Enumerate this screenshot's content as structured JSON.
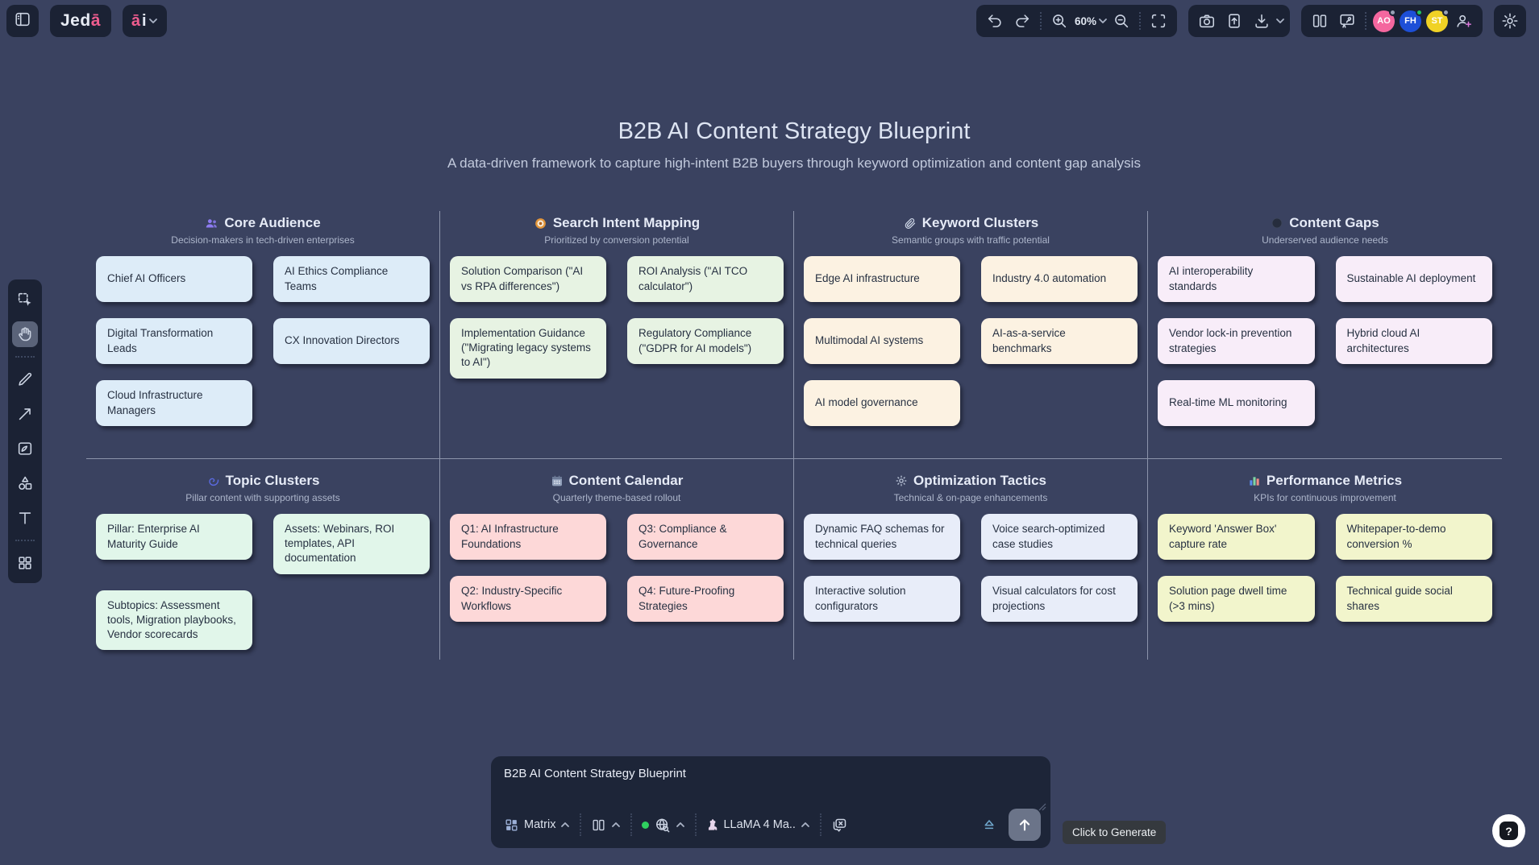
{
  "app": {
    "logo": {
      "prefix": "Jed",
      "suffix": "ā"
    },
    "ai_badge": {
      "a": "ā",
      "i": "i"
    },
    "zoom_level": "60%",
    "top_bar_icons_left": [
      "sidebar-toggle-icon"
    ],
    "top_bar_icons_right": [
      "undo-icon",
      "redo-icon",
      "zoom-in-icon",
      "zoom-out-icon",
      "fit-screen-icon",
      "camera-icon",
      "export-file-icon",
      "download-icon",
      "split-view-icon",
      "present-icon",
      "add-collaborator-icon",
      "settings-gear-icon"
    ],
    "avatars": [
      {
        "initials": "AO",
        "color": "#f4679f",
        "status_color": "#98a1b3"
      },
      {
        "initials": "FH",
        "color": "#1d4fd7",
        "status_color": "#21c45d"
      },
      {
        "initials": "ST",
        "color": "#f0d225",
        "status_color": "#98a1b3"
      }
    ],
    "tool_rail": [
      "select-tool-icon",
      "hand-tool-icon",
      "pen-tool-icon",
      "arrow-tool-icon",
      "image-tool-icon",
      "shapes-tool-icon",
      "text-tool-icon",
      "templates-tool-icon"
    ],
    "active_tool": "hand-tool"
  },
  "canvas": {
    "title": "B2B AI Content Strategy Blueprint",
    "subtitle": "A data-driven framework to capture high-intent B2B buyers through keyword optimization and content gap analysis",
    "sections": [
      {
        "id": "core-audience",
        "icon": "users-icon",
        "title": "Core Audience",
        "subtitle": "Decision-makers in tech-driven enterprises",
        "card_bg": "#ddecf8",
        "cards": [
          "Chief AI Officers",
          "AI Ethics Compliance Teams",
          "Digital Transformation Leads",
          "CX Innovation Directors",
          "Cloud Infrastructure Managers"
        ]
      },
      {
        "id": "search-intent-mapping",
        "icon": "target-icon",
        "title": "Search Intent Mapping",
        "subtitle": "Prioritized by conversion potential",
        "card_bg": "#e7f3e3",
        "cards": [
          "Solution Comparison (\"AI vs RPA differences\")",
          "ROI Analysis (\"AI TCO calculator\")",
          "Implementation Guidance (\"Migrating legacy systems to AI\")",
          "Regulatory Compliance (\"GDPR for AI models\")"
        ]
      },
      {
        "id": "keyword-clusters",
        "icon": "paperclip-icon",
        "title": "Keyword Clusters",
        "subtitle": "Semantic groups with traffic potential",
        "card_bg": "#fcf2e2",
        "cards": [
          "Edge AI infrastructure",
          "Industry 4.0 automation",
          "Multimodal AI systems",
          "AI-as-a-service benchmarks",
          "AI model governance"
        ]
      },
      {
        "id": "content-gaps",
        "icon": "moon-icon",
        "title": "Content Gaps",
        "subtitle": "Underserved audience needs",
        "card_bg": "#f8edf9",
        "cards": [
          "AI interoperability standards",
          "Sustainable AI deployment",
          "Vendor lock-in prevention strategies",
          "Hybrid cloud AI architectures",
          "Real-time ML monitoring"
        ]
      },
      {
        "id": "topic-clusters",
        "icon": "spiral-icon",
        "title": "Topic Clusters",
        "subtitle": "Pillar content with supporting assets",
        "card_bg": "#e1f6ea",
        "cards": [
          "Pillar: Enterprise AI Maturity Guide",
          "Assets: Webinars, ROI templates, API documentation",
          "Subtopics: Assessment tools, Migration playbooks, Vendor scorecards"
        ]
      },
      {
        "id": "content-calendar",
        "icon": "calendar-icon",
        "title": "Content Calendar",
        "subtitle": "Quarterly theme-based rollout",
        "card_bg": "#fdd8d8",
        "cards": [
          "Q1: AI Infrastructure Foundations",
          "Q3: Compliance & Governance",
          "Q2: Industry-Specific Workflows",
          "Q4: Future-Proofing Strategies"
        ]
      },
      {
        "id": "optimization-tactics",
        "icon": "gear-icon",
        "title": "Optimization Tactics",
        "subtitle": "Technical & on-page enhancements",
        "card_bg": "#e8edf9",
        "cards": [
          "Dynamic FAQ schemas for technical queries",
          "Voice search-optimized case studies",
          "Interactive solution configurators",
          "Visual calculators for cost projections"
        ]
      },
      {
        "id": "performance-metrics",
        "icon": "bar-chart-icon",
        "title": "Performance Metrics",
        "subtitle": "KPIs for continuous improvement",
        "card_bg": "#f2f5cc",
        "cards": [
          "Keyword 'Answer Box' capture rate",
          "Whitepaper-to-demo conversion %",
          "Solution page dwell time (>3 mins)",
          "Technical guide social shares"
        ]
      }
    ]
  },
  "composer": {
    "input_value": "B2B AI Content Strategy Blueprint",
    "template_label": "Matrix",
    "model_label": "LLaMA 4 Ma..",
    "tooltip": "Click to Generate",
    "icons": [
      "matrix-grid-icon",
      "layout-columns-icon",
      "web-access-globe-icon",
      "llama-model-icon",
      "chat-clear-icon",
      "collapse-eject-icon",
      "send-arrow-icon"
    ],
    "web_access_status_color": "#2fcf5f"
  },
  "help": {
    "label": "?"
  },
  "colors": {
    "canvas_bg": "#3a4260",
    "panel_bg": "#1b2234",
    "brand_pink": "#ef5d8f",
    "grid_line": "#cfd8ea"
  }
}
